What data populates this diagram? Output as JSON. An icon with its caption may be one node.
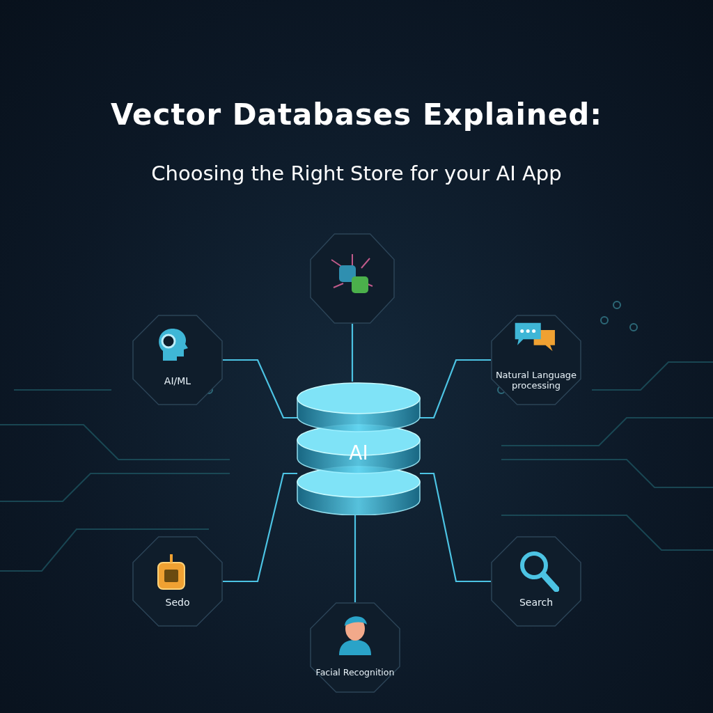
{
  "diagram": {
    "title": "Vector Databases Explained:",
    "caption": "Choosing the Right Store for your AI App",
    "nodes": [
      {
        "text": [],
        "shape": "picture"
      },
      {
        "text": [
          "AI/ML"
        ]
      },
      {
        "text": [
          "Natural Language processing"
        ]
      },
      {
        "text": [
          "AI"
        ]
      },
      {
        "text": [
          "Sedo"
        ]
      },
      {
        "text": [
          "Search"
        ]
      },
      {
        "text": [
          "Facial Recognition"
        ]
      }
    ],
    "edges": [
      {
        "from": 0,
        "to": 3,
        "arrow": "none"
      },
      {
        "from": 1,
        "to": 3,
        "arrow": "none"
      },
      {
        "from": 2,
        "to": 3,
        "arrow": "none"
      },
      {
        "from": 4,
        "to": 3,
        "arrow": "none"
      },
      {
        "from": 5,
        "to": 3,
        "arrow": "none"
      },
      {
        "from": 6,
        "to": 3,
        "arrow": "none"
      }
    ]
  }
}
